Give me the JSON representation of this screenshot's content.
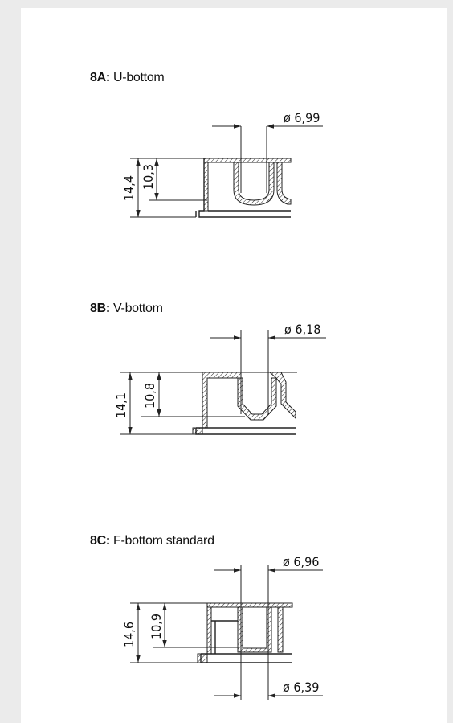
{
  "sections": [
    {
      "id": "8A",
      "code": "8A:",
      "title": "U-bottom",
      "height_outer": "14,4",
      "height_inner": "10,3",
      "diameter_top": "ø 6,99"
    },
    {
      "id": "8B",
      "code": "8B:",
      "title": "V-bottom",
      "height_outer": "14,1",
      "height_inner": "10,8",
      "diameter_top": "ø 6,18"
    },
    {
      "id": "8C",
      "code": "8C:",
      "title": "F-bottom standard",
      "height_outer": "14,6",
      "height_inner": "10,9",
      "diameter_top": "ø 6,96",
      "diameter_bottom": "ø 6,39"
    }
  ],
  "colors": {
    "background": "#ebebeb",
    "card": "#ffffff",
    "line": "#222222"
  }
}
